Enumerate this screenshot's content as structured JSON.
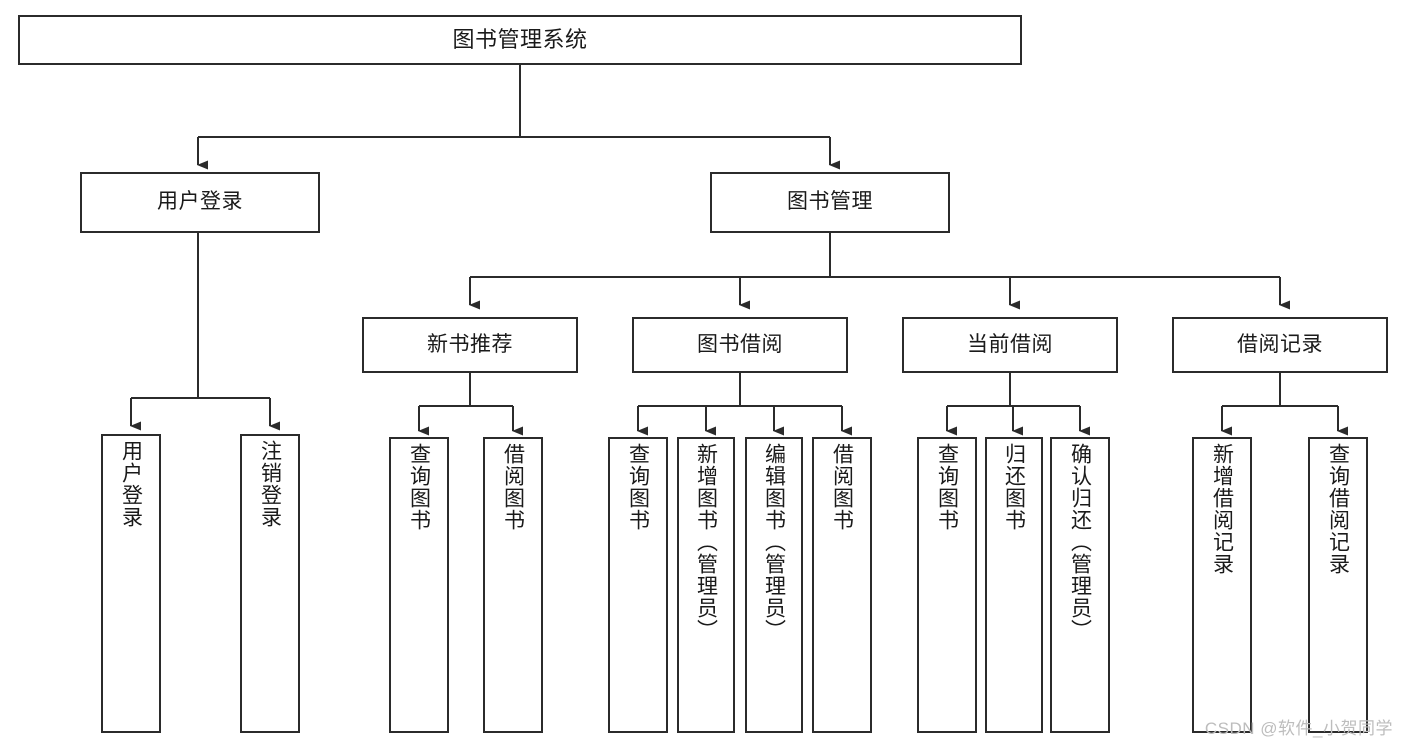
{
  "diagram": {
    "title": "图书管理系统",
    "watermark": "CSDN @软件_小贺同学",
    "stroke_color": "#2b2b2b",
    "background_color": "#ffffff",
    "text_color": "#1a1a1a",
    "watermark_color": "#bdbdbd",
    "type": "tree",
    "nodes": {
      "root": {
        "label": "图书管理系统"
      },
      "level2": [
        {
          "id": "user-login",
          "label": "用户登录"
        },
        {
          "id": "book-manage",
          "label": "图书管理"
        }
      ],
      "level3": [
        {
          "id": "new-book-recommend",
          "label": "新书推荐"
        },
        {
          "id": "book-borrow",
          "label": "图书借阅"
        },
        {
          "id": "current-borrow",
          "label": "当前借阅"
        },
        {
          "id": "borrow-record",
          "label": "借阅记录"
        }
      ],
      "leaves": {
        "user_login": [
          {
            "id": "leaf-user-login",
            "label": "用户登录"
          },
          {
            "id": "leaf-logout-login",
            "label": "注销登录"
          }
        ],
        "new_book_recommend": [
          {
            "id": "leaf-query-book-1",
            "label": "查询图书"
          },
          {
            "id": "leaf-borrow-book-1",
            "label": "借阅图书"
          }
        ],
        "book_borrow": [
          {
            "id": "leaf-query-book-2",
            "label": "查询图书"
          },
          {
            "id": "leaf-add-book",
            "label": "新增图书（管理员）"
          },
          {
            "id": "leaf-edit-book",
            "label": "编辑图书（管理员）"
          },
          {
            "id": "leaf-borrow-book-2",
            "label": "借阅图书"
          }
        ],
        "current_borrow": [
          {
            "id": "leaf-query-book-3",
            "label": "查询图书"
          },
          {
            "id": "leaf-return-book",
            "label": "归还图书"
          },
          {
            "id": "leaf-confirm-return",
            "label": "确认归还（管理员）"
          }
        ],
        "borrow_record": [
          {
            "id": "leaf-add-record",
            "label": "新增借阅记录"
          },
          {
            "id": "leaf-query-record",
            "label": "查询借阅记录"
          }
        ]
      }
    }
  }
}
